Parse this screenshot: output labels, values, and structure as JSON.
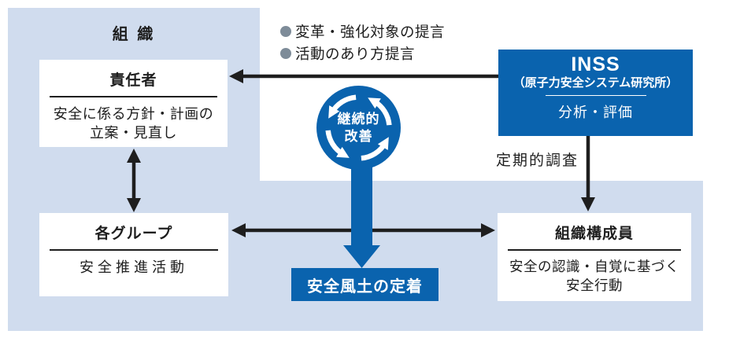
{
  "colors": {
    "panel_lavender": "#d0dcee",
    "brand_blue": "#0a63ae",
    "arrow_black": "#1e1e1e",
    "bullet_gray": "#7e8c99",
    "box_white": "#ffffff"
  },
  "organization": {
    "label": "組 織"
  },
  "boxes": {
    "responsible": {
      "title": "責任者",
      "body_line1": "安全に係る方針・計画の",
      "body_line2": "立案・見直し"
    },
    "groups": {
      "title": "各グループ",
      "body_line1": "安全推進活動"
    },
    "members": {
      "title": "組織構成員",
      "body_line1": "安全の認識・自覚に基づく",
      "body_line2": "安全行動"
    },
    "inss": {
      "title": "INSS",
      "subtitle": "（原子力安全システム研究所）",
      "body": "分析・評価"
    },
    "outcome": {
      "label": "安全風土の定着"
    }
  },
  "annotations": {
    "bullets": [
      {
        "text": "変革・強化対象の提言"
      },
      {
        "text": "活動のあり方提言"
      }
    ],
    "survey_label": "定期的調査"
  },
  "badge": {
    "line1": "継続的",
    "line2": "改善"
  }
}
